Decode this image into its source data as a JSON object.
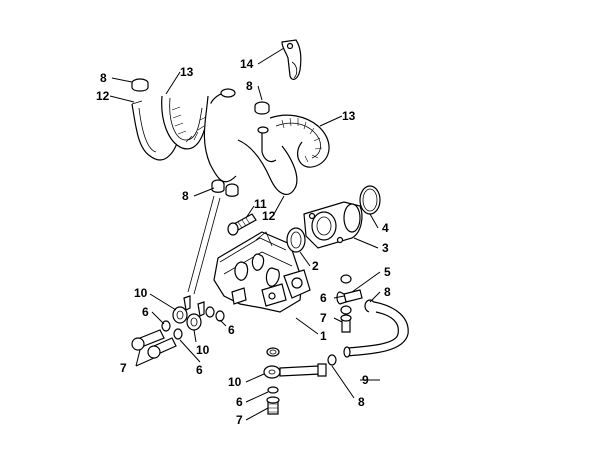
{
  "callouts": {
    "c1": "1",
    "c2": "2",
    "c3": "3",
    "c4": "4",
    "c5": "5",
    "c6a": "6",
    "c6b": "6",
    "c6c": "6",
    "c6d": "6",
    "c6e": "6",
    "c7a": "7",
    "c7b": "7",
    "c7c": "7",
    "c8a": "8",
    "c8b": "8",
    "c8c": "8",
    "c8d": "8",
    "c8e": "8",
    "c9": "9",
    "c10a": "10",
    "c10b": "10",
    "c10c": "10",
    "c11": "11",
    "c12a": "12",
    "c12b": "12",
    "c13a": "13",
    "c13b": "13",
    "c14": "14"
  }
}
